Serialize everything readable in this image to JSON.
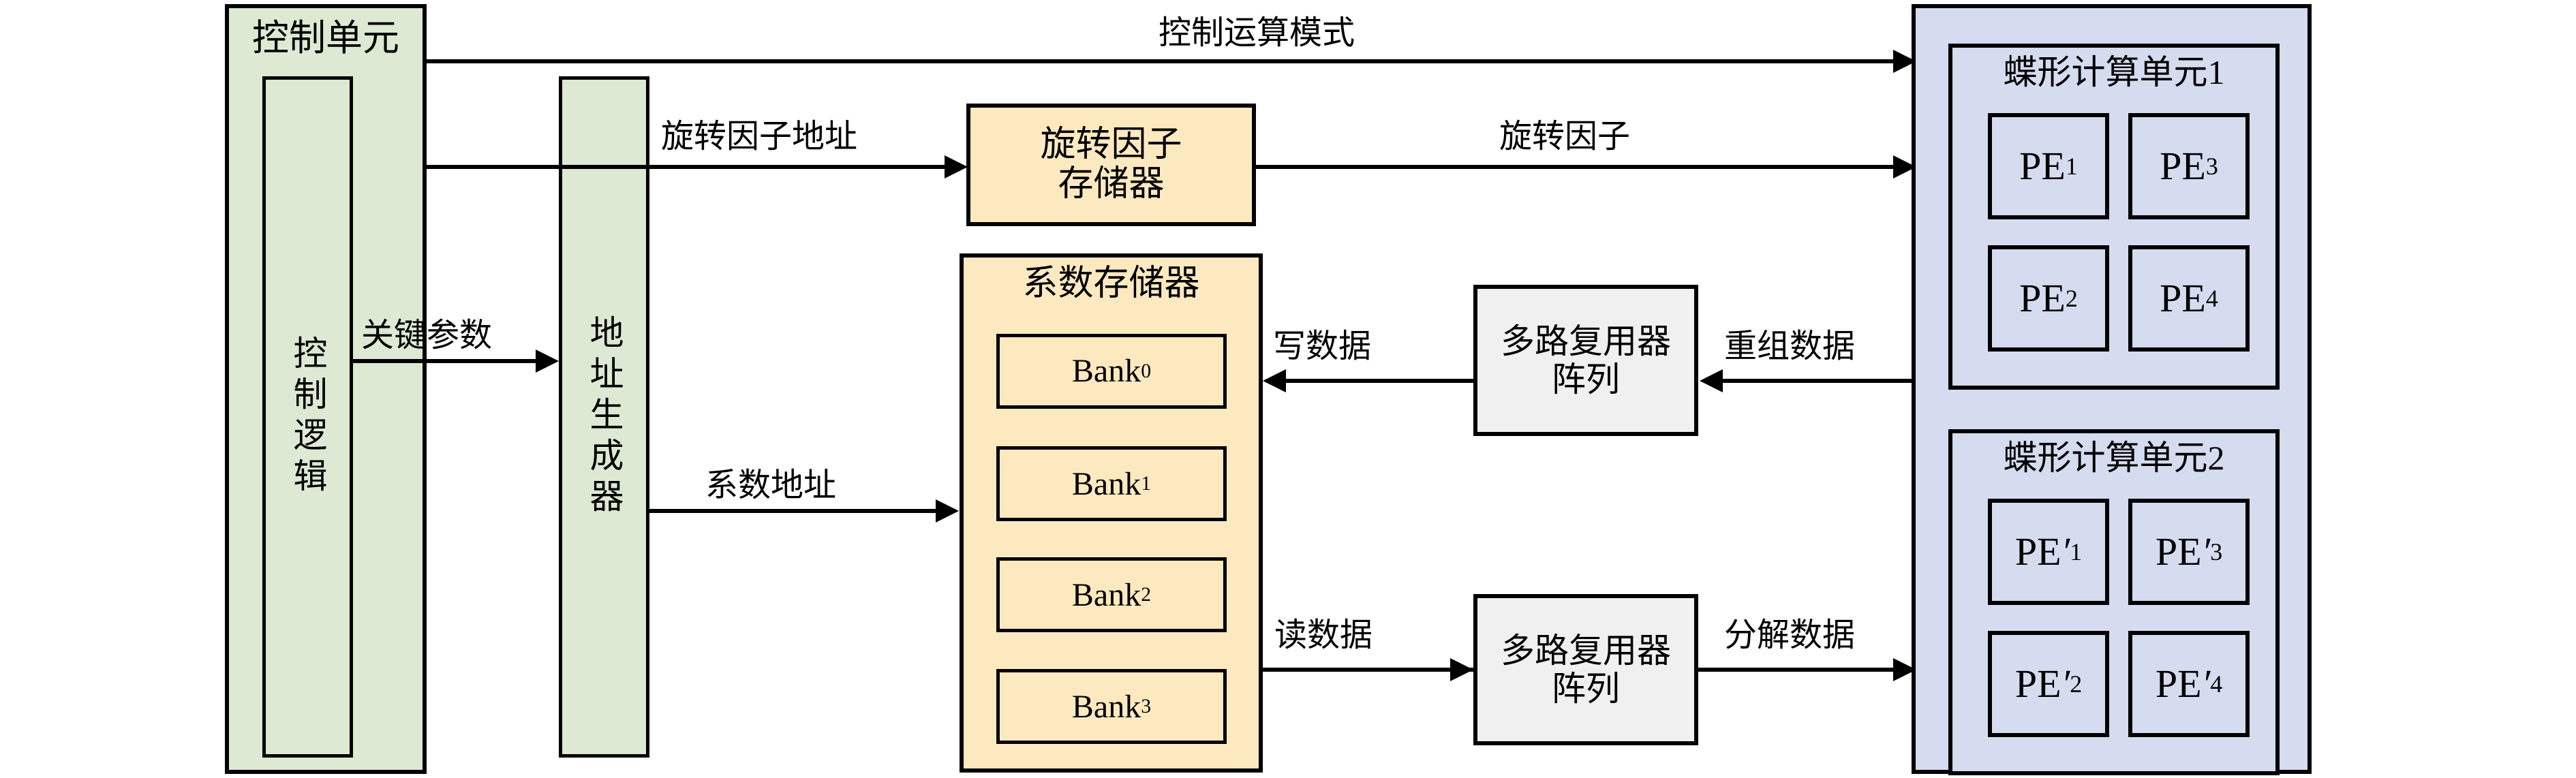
{
  "diagram": {
    "title": "FFT processor architecture block diagram"
  },
  "control_unit": {
    "title": "控制单元",
    "control_logic": "控制逻辑",
    "address_generator": "地址生成器",
    "internal_arrow_label": "关键参数",
    "fill": "#dde9d3"
  },
  "memory": {
    "twiddle_memory": "旋转因子\n存储器",
    "twiddle_memory_line1": "旋转因子",
    "twiddle_memory_line2": "存储器",
    "coefficient_memory": "系数存储器",
    "banks": [
      "Bank",
      "Bank",
      "Bank",
      "Bank"
    ],
    "bank_indices": [
      "0",
      "1",
      "2",
      "3"
    ],
    "fill": "#fce9c0"
  },
  "mux": {
    "top_line1": "多路复用器",
    "top_line2": "阵列",
    "bottom_line1": "多路复用器",
    "bottom_line2": "阵列",
    "fill": "#f0f0f0"
  },
  "compute": {
    "unit1_title": "蝶形计算单元1",
    "unit2_title": "蝶形计算单元2",
    "pe_base": "PE",
    "unit1_pe": [
      "1",
      "2",
      "3",
      "4"
    ],
    "unit2_pe": [
      "1",
      "2",
      "3",
      "4"
    ],
    "prime": "′",
    "fill": "#d6dcef"
  },
  "signals": {
    "control_mode": "控制运算模式",
    "twiddle_address": "旋转因子地址",
    "twiddle_factor": "旋转因子",
    "coefficient_address": "系数地址",
    "write_data": "写数据",
    "recombined_data": "重组数据",
    "read_data": "读数据",
    "decomposed_data": "分解数据"
  }
}
